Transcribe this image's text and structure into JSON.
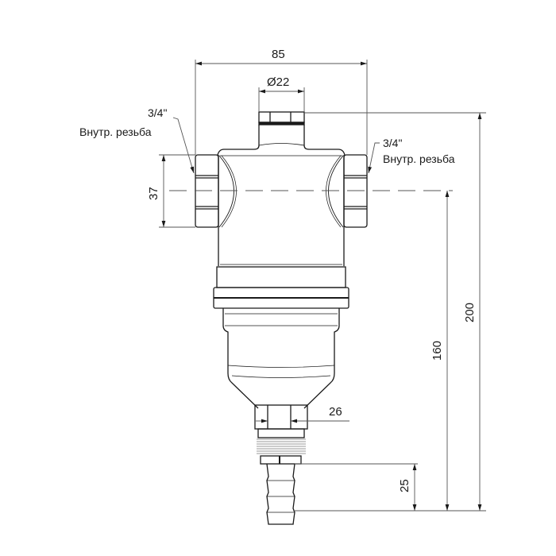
{
  "diagram": {
    "type": "technical-drawing",
    "subject": "filter with side ports and bottom hose barb",
    "units": "mm",
    "line_color": "#1a1a1a",
    "dim_line_color": "#555555",
    "background": "#ffffff"
  },
  "dimensions": {
    "overall_width": "85",
    "top_diameter": "Ø22",
    "port_height": "37",
    "bottom_nut_width": "26",
    "hose_barb_length": "25",
    "port_axis_height": "160",
    "overall_height": "200"
  },
  "callouts": {
    "left_port": {
      "size": "3/4\"",
      "description": "Внутр. резьба"
    },
    "right_port": {
      "size": "3/4\"",
      "description": "Внутр. резьба"
    }
  }
}
